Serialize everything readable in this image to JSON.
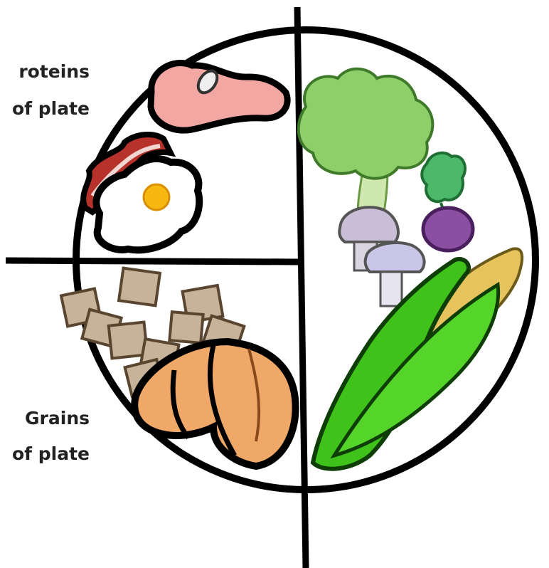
{
  "labels": {
    "proteins_line1": "roteins",
    "proteins_line2": "of plate",
    "grains_line1": "Grains",
    "grains_line2": "of plate"
  },
  "colors": {
    "outline": "#000000",
    "meat": "#f3a7a3",
    "bacon": "#b8322c",
    "egg_yolk": "#f7b90f",
    "ravioli": "#c7b399",
    "croissant": "#f0a869",
    "broccoli": "#8fcf6a",
    "mushroom": "#c8bfd6",
    "radish": "#8a4fa0",
    "corn_husk": "#3fc21a",
    "corn_kernel": "#e6c35c"
  },
  "icons": [
    "steak-icon",
    "bacon-icon",
    "egg-icon",
    "ravioli-icon",
    "croissant-icon",
    "broccoli-icon",
    "mushroom-icon",
    "radish-icon",
    "corn-icon"
  ]
}
